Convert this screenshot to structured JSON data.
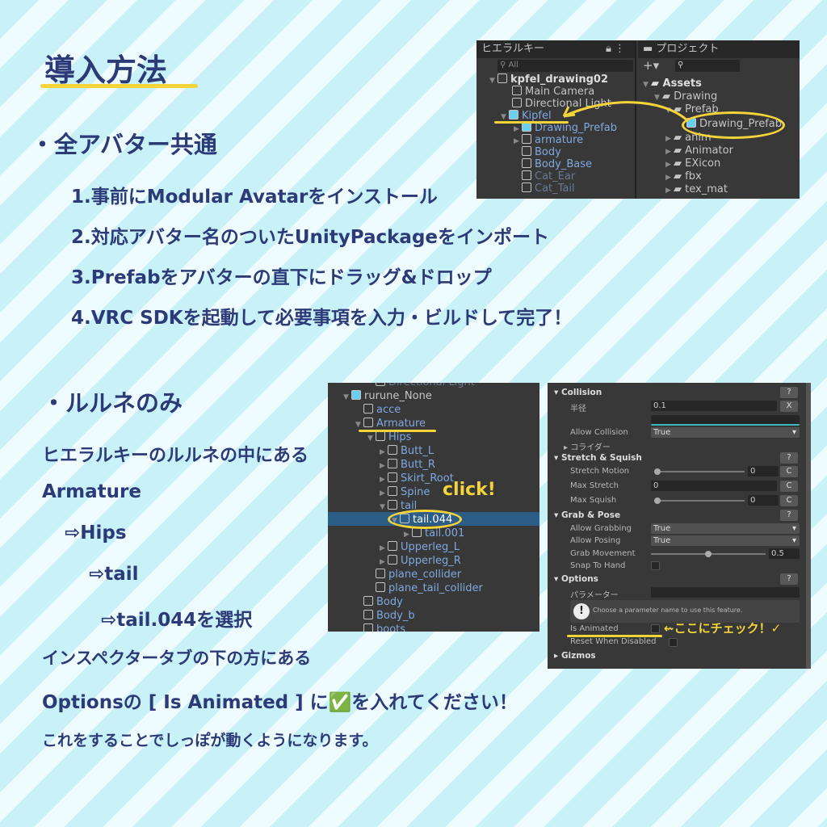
{
  "title": "導入方法",
  "section1": {
    "heading": "・全アバター共通",
    "steps": [
      "1.事前にModular Avatarをインストール",
      "2.対応アバター名のついたUnityPackageをインポート",
      "3.Prefabをアバターの直下にドラッグ&ドロップ",
      "4.VRC SDKを起動して必要事項を入力・ビルドして完了！"
    ]
  },
  "section2": {
    "heading": "・ルルネのみ",
    "lines": [
      "ヒエラルキーのルルネの中にある",
      "Armature",
      "⇨Hips",
      "⇨tail",
      "⇨tail.044を選択",
      "インスペクタータブの下の方にある",
      "Optionsの [ Is Animated ] に✅を入れてください！",
      "これをすることでしっぽが動くようになります。"
    ]
  },
  "unity1": {
    "hierarchy_tab": "ヒエラルキー",
    "search_placeholder": "All",
    "project_tab": "プロジェクト",
    "hierarchy_items": [
      "kpfel_drawing02",
      "Main Camera",
      "Directional Light",
      "Kipfel",
      "Drawing_Prefab",
      "armature",
      "Body",
      "Body_Base",
      "Cat_Ear",
      "Cat_Tail"
    ],
    "project_items": [
      "Assets",
      "Drawing",
      "Prefab",
      "Drawing_Prefab",
      "anim",
      "Animator",
      "EXicon",
      "fbx",
      "tex_mat"
    ]
  },
  "unity2": {
    "items": [
      "Directional Light",
      "rurune_None",
      "acce",
      "Armature",
      "Hips",
      "Butt_L",
      "Butt_R",
      "Skirt_Root",
      "Spine",
      "tail",
      "tail.044",
      "tail.001",
      "Upperleg_L",
      "Upperleg_R",
      "plane_collider",
      "plane_tail_collider",
      "Body",
      "Body_b",
      "boots"
    ],
    "annotation": "click!"
  },
  "inspector": {
    "collision": "Collision",
    "radius_label": "半径",
    "radius_value": "0.1",
    "allow_collision": "Allow Collision",
    "allow_collision_value": "True",
    "colliders": "コライダー",
    "stretch": "Stretch & Squish",
    "stretch_motion": "Stretch Motion",
    "stretch_motion_value": "0",
    "max_stretch": "Max Stretch",
    "max_stretch_value": "0",
    "max_squish": "Max Squish",
    "max_squish_value": "0",
    "grab": "Grab & Pose",
    "allow_grabbing": "Allow Grabbing",
    "allow_grabbing_value": "True",
    "allow_posing": "Allow Posing",
    "allow_posing_value": "True",
    "grab_movement": "Grab Movement",
    "grab_movement_value": "0.5",
    "snap_to_hand": "Snap To Hand",
    "options": "Options",
    "parameter": "パラメーター",
    "help": "Choose a parameter name to use this feature.",
    "is_animated": "Is Animated",
    "reset_when_disabled": "Reset When Disabled",
    "gizmos": "Gizmos",
    "q": "?",
    "x": "X",
    "c": "C",
    "annotation": "⇜ここにチェック！✓"
  }
}
